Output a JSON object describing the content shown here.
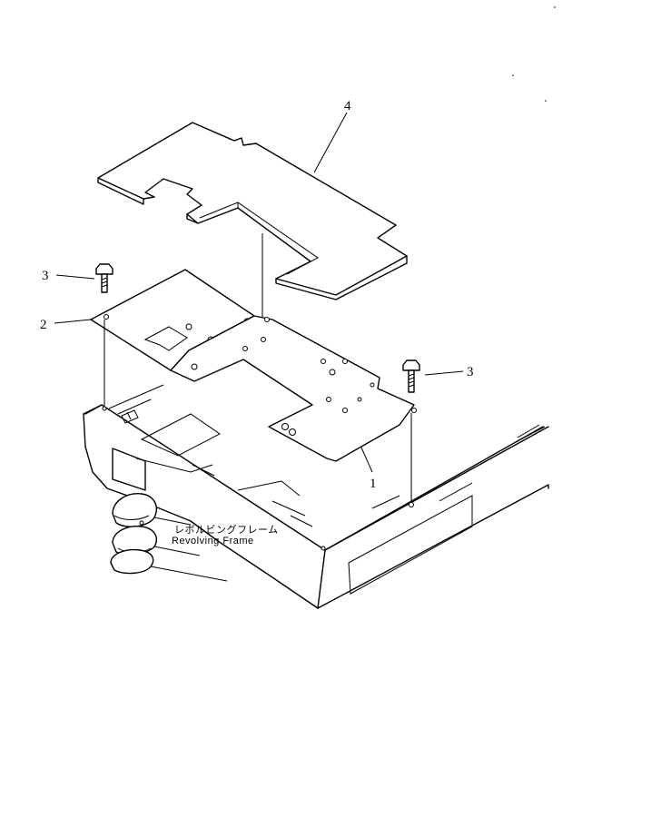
{
  "callouts": {
    "part_1": "1",
    "part_2": "2",
    "part_3_left": "3",
    "part_3_right": "3",
    "part_4": "4"
  },
  "frame_label": {
    "japanese": "レボルビングフレーム",
    "english": "Revolving  Frame"
  },
  "parts": [
    {
      "number": "1",
      "icon": "floor-plate-icon"
    },
    {
      "number": "2",
      "icon": "front-floor-plate-icon"
    },
    {
      "number": "3",
      "icon": "bolt-icon"
    },
    {
      "number": "4",
      "icon": "floor-mat-icon"
    }
  ]
}
